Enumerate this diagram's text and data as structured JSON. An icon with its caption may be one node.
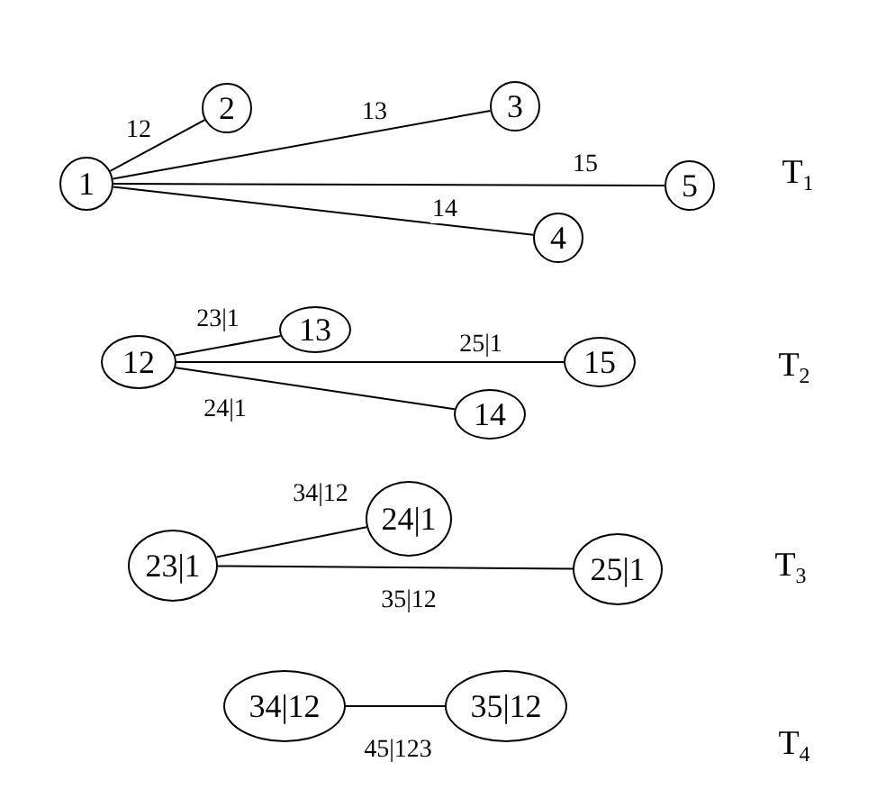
{
  "diagram": {
    "nodes": [
      {
        "text": [
          "1"
        ]
      },
      {
        "text": [
          "2"
        ]
      },
      {
        "text": [
          "3"
        ]
      },
      {
        "text": [
          "4"
        ]
      },
      {
        "text": [
          "5"
        ]
      },
      {
        "text": [
          "12"
        ]
      },
      {
        "text": [
          "13"
        ]
      },
      {
        "text": [
          "14"
        ]
      },
      {
        "text": [
          "15"
        ]
      },
      {
        "text": [
          "23|1"
        ]
      },
      {
        "text": [
          "24|1"
        ]
      },
      {
        "text": [
          "25|1"
        ]
      },
      {
        "text": [
          "34|12"
        ]
      },
      {
        "text": [
          "35|12"
        ]
      }
    ],
    "edges": [
      {
        "from": 0,
        "to": 1,
        "arrow": "none",
        "label": "12"
      },
      {
        "from": 0,
        "to": 2,
        "arrow": "none",
        "label": "13"
      },
      {
        "from": 0,
        "to": 4,
        "arrow": "none",
        "label": "15"
      },
      {
        "from": 0,
        "to": 3,
        "arrow": "none",
        "label": "14"
      },
      {
        "from": 5,
        "to": 6,
        "arrow": "none",
        "label": "23|1"
      },
      {
        "from": 5,
        "to": 8,
        "arrow": "none",
        "label": "25|1"
      },
      {
        "from": 5,
        "to": 7,
        "arrow": "none",
        "label": "24|1"
      },
      {
        "from": 9,
        "to": 10,
        "arrow": "none",
        "label": "34|12"
      },
      {
        "from": 9,
        "to": 11,
        "arrow": "none",
        "label": "35|12"
      },
      {
        "from": 12,
        "to": 13,
        "arrow": "none",
        "label": "45|123"
      }
    ],
    "labels": [
      "T$_{1}$",
      "T$_{2}$",
      "T$_{3}$",
      "T$_{4}$"
    ]
  }
}
